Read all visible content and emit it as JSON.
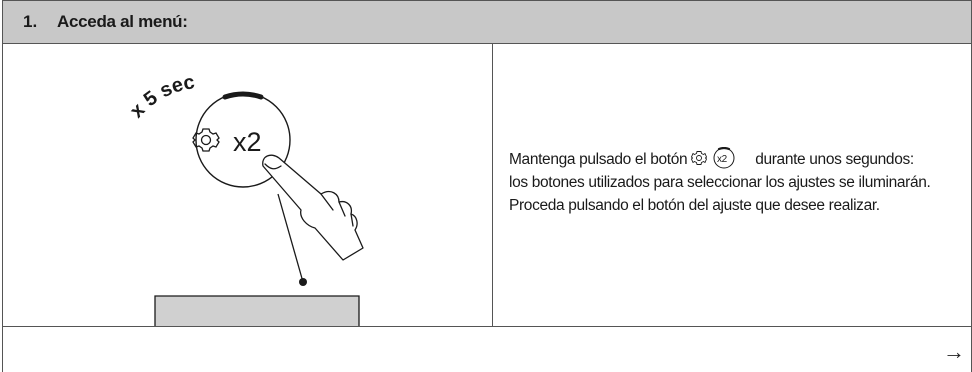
{
  "header": {
    "step_number": "1.",
    "title": "Acceda al menú:"
  },
  "illustration": {
    "hold_label": "x 5 sec",
    "button_label": "x2",
    "icon": "gear-icon"
  },
  "description": {
    "line1_before": "Mantenga pulsado el botón",
    "inline_button_label": "x2",
    "line1_after": "durante unos segundos:",
    "line2": "los botones utilizados para seleccionar los ajustes se iluminarán.",
    "line3": "Proceda pulsando el botón del ajuste que desee realizar."
  },
  "footer": {
    "next_icon": "arrow-right-icon",
    "next_glyph": "→"
  },
  "colors": {
    "header_bg": "#c8c8c8",
    "device_fill": "#d0d0d0",
    "border": "#555555"
  }
}
